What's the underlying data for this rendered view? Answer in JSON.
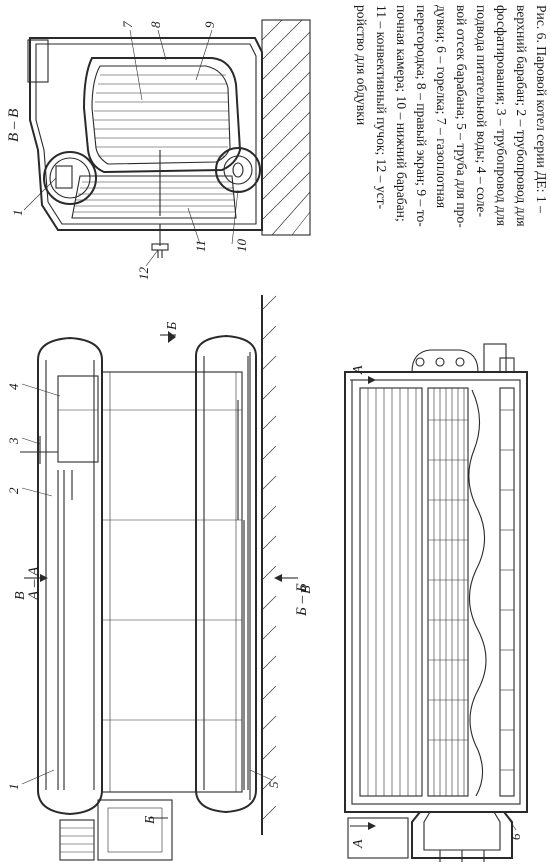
{
  "sections": {
    "bb": "Б – Б",
    "aa": "А – А",
    "vv": "В – В",
    "b_mark": "Б",
    "a_mark": "А",
    "v_mark": "В"
  },
  "labels": {
    "l1": "1",
    "l2": "2",
    "l3": "3",
    "l4": "4",
    "l5": "5",
    "l6": "6",
    "l7": "7",
    "l8": "8",
    "l9": "9",
    "l10": "10",
    "l11": "11",
    "l12": "12"
  },
  "caption": {
    "lines": [
      "Рис. 6. Паровой котел серии ДЕ: 1 –",
      "верхний барабан; 2 – трубопровод для",
      "фосфатирования; 3 – трубопровод для",
      "подвода питательной воды; 4 – соле-",
      "вой отсек барабана; 5 – труба для про-",
      "дувки; 6 – горелка; 7 – газоплотная",
      "перегородка; 8 – правый экран; 9 – то-",
      "почная камера; 10 – нижний барабан;",
      "11 – конвективный пучок; 12 – уст-",
      "ройство для обдувки"
    ]
  }
}
